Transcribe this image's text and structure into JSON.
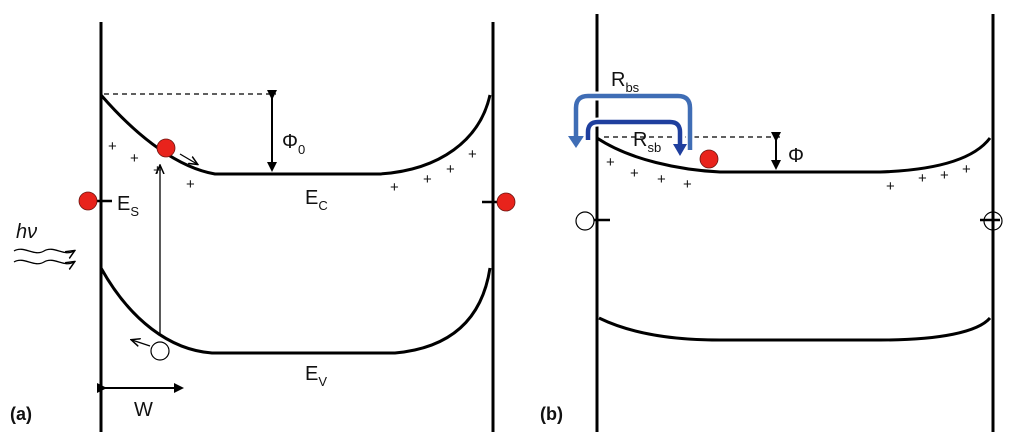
{
  "panel_a": {
    "label": "(a)",
    "phi0_label": "Φ",
    "phi0_sub": "0",
    "ec_label": "E",
    "ec_sub": "C",
    "es_label": "E",
    "es_sub": "S",
    "ev_label": "E",
    "ev_sub": "V",
    "w_label": "W",
    "hv_label": "hν"
  },
  "panel_b": {
    "label": "(b)",
    "rbs_label": "R",
    "rbs_sub": "bs",
    "rsb_label": "R",
    "rsb_sub": "sb",
    "phi_label": "Φ"
  },
  "surface_charge_symbol": "+",
  "colors": {
    "electron": "#e8231c",
    "arrow_rbs": "#3f6db5",
    "arrow_rsb": "#1f3f9e",
    "line": "#000000"
  }
}
